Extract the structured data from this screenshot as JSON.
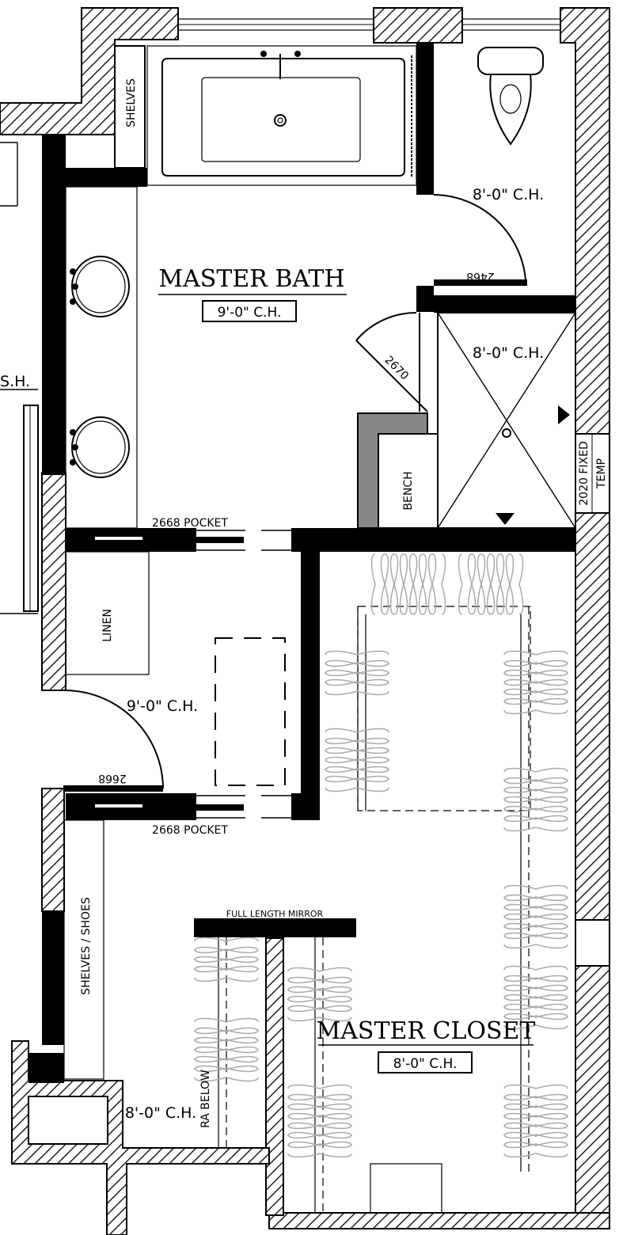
{
  "rooms": {
    "master_bath": {
      "name": "MASTER BATH",
      "ceiling": "9'-0\" C.H."
    },
    "master_closet": {
      "name": "MASTER CLOSET",
      "ceiling": "8'-0\" C.H."
    }
  },
  "ceilings": {
    "toilet_room": "8'-0\" C.H.",
    "shower": "8'-0\" C.H.",
    "hall": "9'-0\" C.H.",
    "shoe_closet": "8'-0\" C.H."
  },
  "labels": {
    "shelves": "SHELVES",
    "bench": "BENCH",
    "linen": "LINEN",
    "shelves_shoes": "SHELVES / SHOES",
    "full_length_mirror": "FULL LENGTH MIRROR",
    "ra_below": "RA BELOW",
    "window_fixed": "2020 FIXED",
    "window_temp": "TEMP",
    "sh_partial": "S.H."
  },
  "doors": {
    "toilet_door": "2468",
    "shower_door": "2670",
    "pocket_top": "2668 POCKET",
    "hall_door": "2668",
    "pocket_bottom": "2668 POCKET"
  },
  "colors": {
    "wall": "#000000",
    "hatch": "#000000",
    "fixture": "#000000",
    "hanger": "#aaaaaa",
    "bench_wall": "#888888"
  }
}
